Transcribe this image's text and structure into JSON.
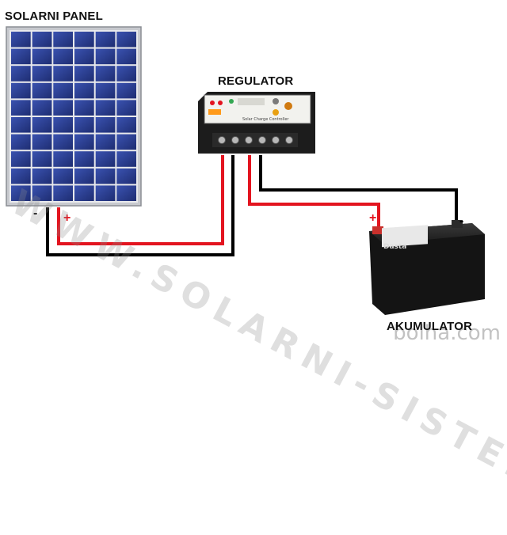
{
  "labels": {
    "solar_panel": "SOLARNI PANEL",
    "regulator": "REGULATOR",
    "accumulator": "AKUMULATOR"
  },
  "signs": {
    "panel_negative": "-",
    "panel_positive": "+",
    "battery_positive": "+",
    "battery_negative": "-"
  },
  "device_text": {
    "regulator_caption": "Solar Charge Controller",
    "battery_brand": "Dasta"
  },
  "watermark": "WWW.SOLARNI-SISTEM.SI",
  "credit": "bolha.com",
  "colors": {
    "positive_wire": "#e3141f",
    "negative_wire": "#000000",
    "panel_cell": "#2a3c8f",
    "panel_frame": "#b9bcc2",
    "regulator_body": "#1c1c1c",
    "battery_body": "#141414"
  }
}
